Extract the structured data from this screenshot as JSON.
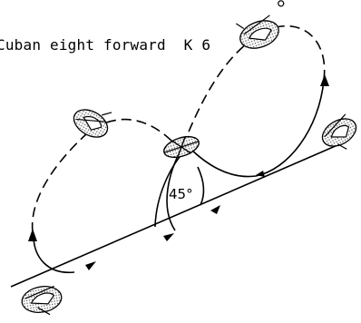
{
  "diagram": {
    "title": "Cuban eight forward",
    "k_factor": "K 6",
    "angle_label": "45°"
  },
  "icons": {
    "aircraft": "helicopter-icon",
    "direction": "arrowhead-icon",
    "crossing": "crossing-marker-icon"
  },
  "colors": {
    "line": "#000000",
    "shading": "#bfbfbf",
    "background": "#ffffff"
  }
}
